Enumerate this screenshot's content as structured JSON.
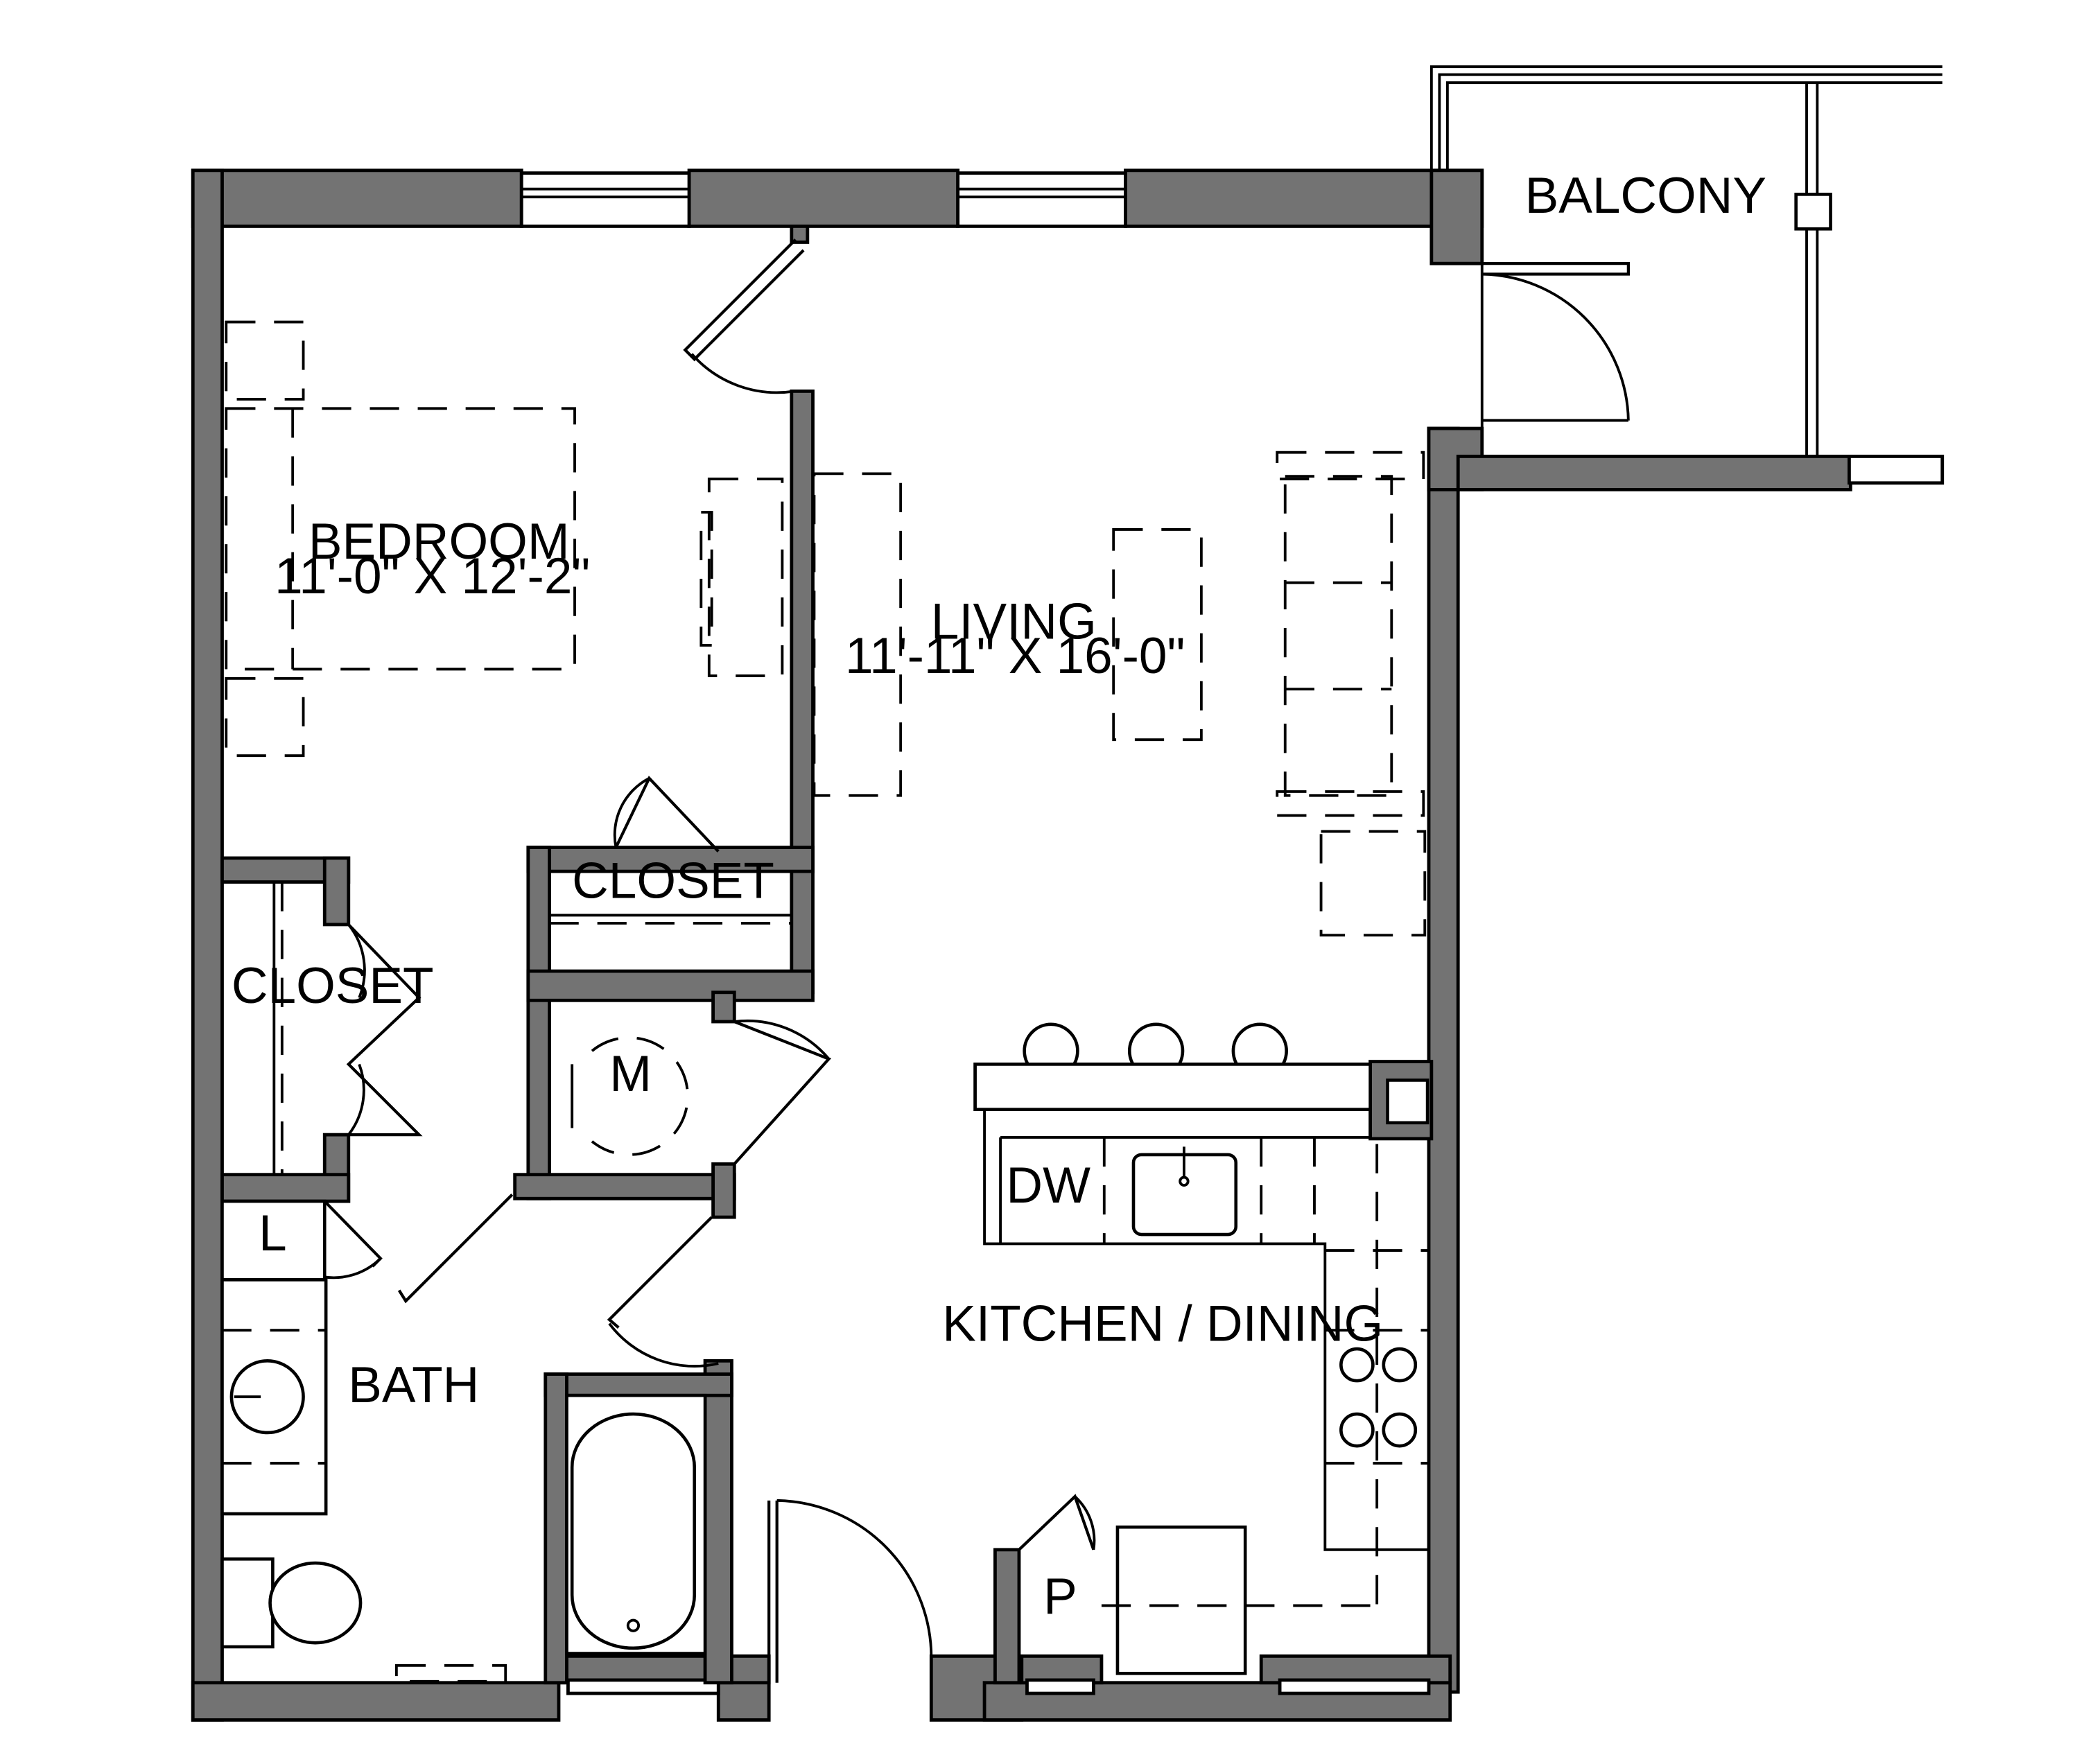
{
  "rooms": {
    "bedroom": {
      "name": "BEDROOM",
      "dims": "11'-0\" X 12'-2\""
    },
    "living": {
      "name": "LIVING",
      "dims": "11'-11\" X 16'-0\""
    },
    "balcony": {
      "name": "BALCONY"
    },
    "closet_bedroom": {
      "name": "CLOSET"
    },
    "closet_left": {
      "name": "CLOSET"
    },
    "mechanical": {
      "name": "M"
    },
    "dishwasher": {
      "name": "DW"
    },
    "linen": {
      "name": "L"
    },
    "bath": {
      "name": "BATH"
    },
    "kitchen": {
      "name": "KITCHEN / DINING"
    },
    "pantry": {
      "name": "P"
    }
  },
  "colors": {
    "wall": "#737373",
    "line": "#000000",
    "background": "#ffffff"
  }
}
